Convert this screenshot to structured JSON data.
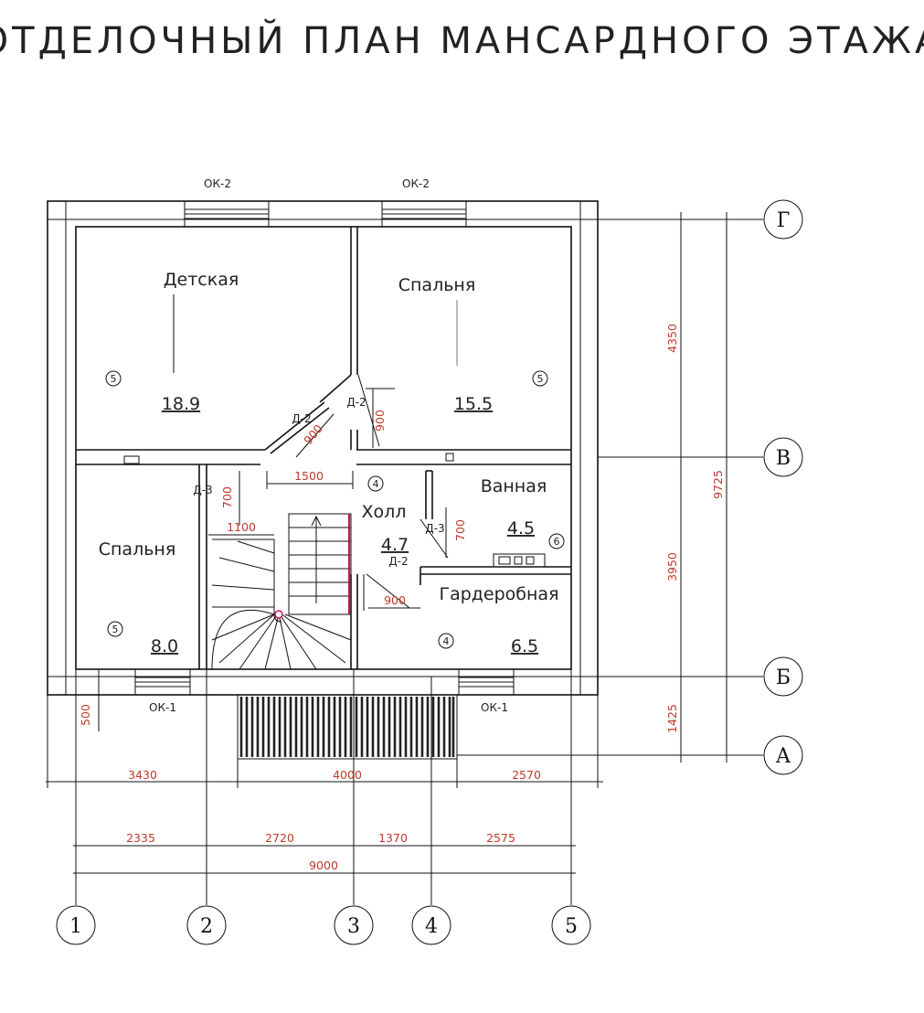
{
  "title": "ОТДЕЛОЧНЫЙ ПЛАН МАНСАРДНОГО ЭТАЖА",
  "rooms": [
    {
      "name": "Детская",
      "area": "18.9",
      "finish": "5"
    },
    {
      "name": "Спальня",
      "area": "15.5",
      "finish": "5"
    },
    {
      "name": "Спальня",
      "area": "8.0",
      "finish": "5"
    },
    {
      "name": "Холл",
      "area": "4.7",
      "finish": "4"
    },
    {
      "name": "Ванная",
      "area": "4.5",
      "finish": "6"
    },
    {
      "name": "Гардеробная",
      "area": "6.5",
      "finish": "4"
    }
  ],
  "hall_finish_top": "4",
  "windows": {
    "top_left": "ОК-2",
    "top_right": "ОК-2",
    "bottom_left": "ОК-1",
    "bottom_right": "ОК-1"
  },
  "doors": {
    "d2_left": "Д-2",
    "d2_right": "Д-2",
    "d3_left": "Д-3",
    "d3_right": "Д-3",
    "d2_hall": "Д-2"
  },
  "dims_inner": {
    "d900_left": "900",
    "d900_right": "900",
    "d1500": "1500",
    "d700_left": "700",
    "d1100": "1100",
    "d700_right": "700",
    "d900_hall": "900",
    "d500": "500"
  },
  "dims_bottom_row1": [
    "3430",
    "4000",
    "2570"
  ],
  "dims_bottom_row2": [
    "2335",
    "2720",
    "1370",
    "2575"
  ],
  "dims_bottom_total": "9000",
  "dims_right": {
    "d4350": "4350",
    "d3950": "3950",
    "d1425": "1425",
    "d9725": "9725"
  },
  "axes_x": [
    "1",
    "2",
    "3",
    "4",
    "5"
  ],
  "axes_y": [
    "Г",
    "В",
    "Б",
    "А"
  ],
  "colors": {
    "dimension": "#c0392b",
    "line": "#111111",
    "stair_rail": "#c2185b"
  }
}
